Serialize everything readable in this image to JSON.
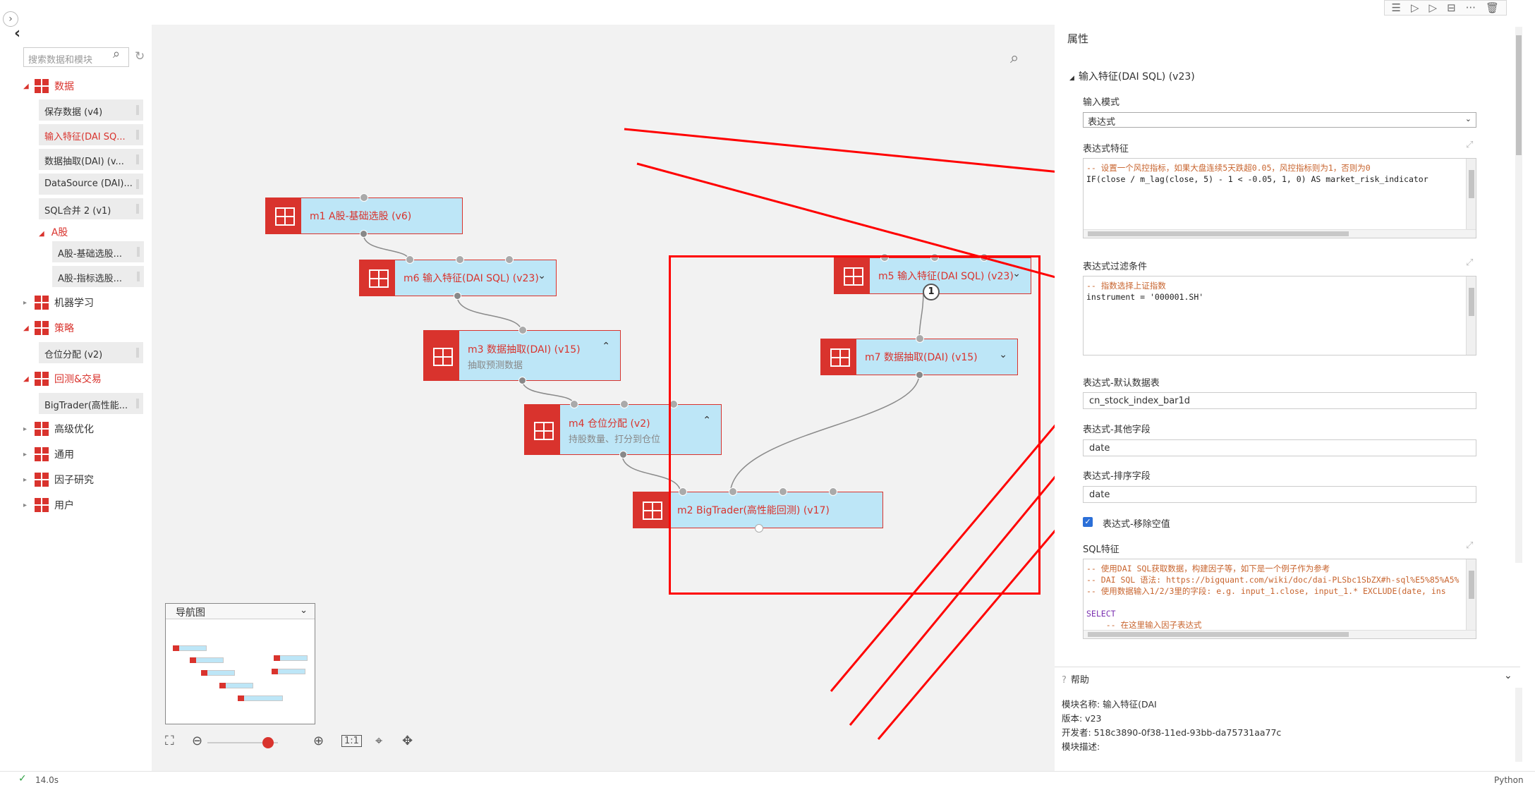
{
  "toolbar": {
    "icons": [
      "list-icon",
      "run-icon",
      "run-from-icon",
      "split-icon",
      "more-icon",
      "delete-icon"
    ],
    "more": "···"
  },
  "sidebar": {
    "search_placeholder": "搜索数据和模块",
    "categories": [
      {
        "label": "数据",
        "items": [
          "保存数据 (v4)",
          "输入特征(DAI SQ...",
          "数据抽取(DAI) (v...",
          "DataSource (DAI)...",
          "SQL合并 2 (v1)"
        ],
        "subcategory": {
          "label": "A股",
          "items": [
            "A股-基础选股...",
            "A股-指标选股..."
          ]
        }
      },
      {
        "label": "机器学习"
      },
      {
        "label": "策略",
        "items": [
          "仓位分配 (v2)"
        ]
      },
      {
        "label": "回测&交易",
        "items": [
          "BigTrader(高性能..."
        ]
      },
      {
        "label": "高级优化"
      },
      {
        "label": "通用"
      },
      {
        "label": "因子研究"
      },
      {
        "label": "用户"
      }
    ]
  },
  "canvas": {
    "nodes": [
      {
        "id": "m1",
        "title": "m1 A股-基础选股 (v6)"
      },
      {
        "id": "m6",
        "title": "m6 输入特征(DAI SQL) (v23)"
      },
      {
        "id": "m3",
        "title": "m3 数据抽取(DAI) (v15)",
        "subtitle": "抽取预测数据"
      },
      {
        "id": "m4",
        "title": "m4 仓位分配 (v2)",
        "subtitle": "持股数量、打分到仓位"
      },
      {
        "id": "m5",
        "title": "m5 输入特征(DAI SQL) (v23)"
      },
      {
        "id": "m7",
        "title": "m7 数据抽取(DAI) (v15)"
      },
      {
        "id": "m2",
        "title": "m2 BigTrader(高性能回测) (v17)"
      }
    ],
    "port_badge": "1",
    "navigator": {
      "title": "导航图"
    },
    "zoom": {
      "fit_label": "1:1",
      "level": 0.78
    },
    "colors": {
      "accent": "#d9332d",
      "node_fill": "#bde6f7",
      "annotation": "#ff0000"
    }
  },
  "properties": {
    "title": "属性",
    "section": "输入特征(DAI SQL) (v23)",
    "input_mode_label": "输入模式",
    "input_mode_value": "表达式",
    "expr_feature_label": "表达式特征",
    "expr_feature_lines": [
      {
        "type": "cm",
        "text": "-- 设置一个风控指标，如果大盘连续5天跌超0.05，风控指标则为1，否则为0"
      },
      {
        "type": "code",
        "text": "IF(close / m_lag(close, 5) - 1 < -0.05, 1, 0) AS market_risk_indicator"
      }
    ],
    "expr_filter_label": "表达式过滤条件",
    "expr_filter_lines": [
      {
        "type": "cm",
        "text": "-- 指数选择上证指数"
      },
      {
        "type": "code",
        "text": "instrument = '000001.SH'"
      }
    ],
    "default_table_label": "表达式-默认数据表",
    "default_table_value": "cn_stock_index_bar1d",
    "other_fields_label": "表达式-其他字段",
    "other_fields_value": "date",
    "sort_field_label": "表达式-排序字段",
    "sort_field_value": "date",
    "remove_null_label": "表达式-移除空值",
    "remove_null_checked": true,
    "sql_feature_label": "SQL特征",
    "sql_lines": [
      {
        "type": "cm",
        "text": "-- 使用DAI SQL获取数据，构建因子等，如下是一个例子作为参考"
      },
      {
        "type": "cm",
        "text": "-- DAI SQL 语法: https://bigquant.com/wiki/doc/dai-PLSbc1SbZX#h-sql%E5%85%A5%"
      },
      {
        "type": "cm",
        "text": "-- 使用数据输入1/2/3里的字段: e.g. input_1.close, input_1.* EXCLUDE(date, ins"
      },
      {
        "type": "code",
        "text": ""
      },
      {
        "type": "kw",
        "text": "SELECT"
      },
      {
        "type": "cm",
        "text": "    -- 在这里输入因子表达式"
      }
    ]
  },
  "help": {
    "title": "帮助",
    "lines": [
      "模块名称: 输入特征(DAI",
      "版本: v23",
      "开发者: 518c3890-0f38-11ed-93bb-da75731aa77c",
      "模块描述:"
    ]
  },
  "status": {
    "time": "14.0s",
    "language": "Python"
  }
}
